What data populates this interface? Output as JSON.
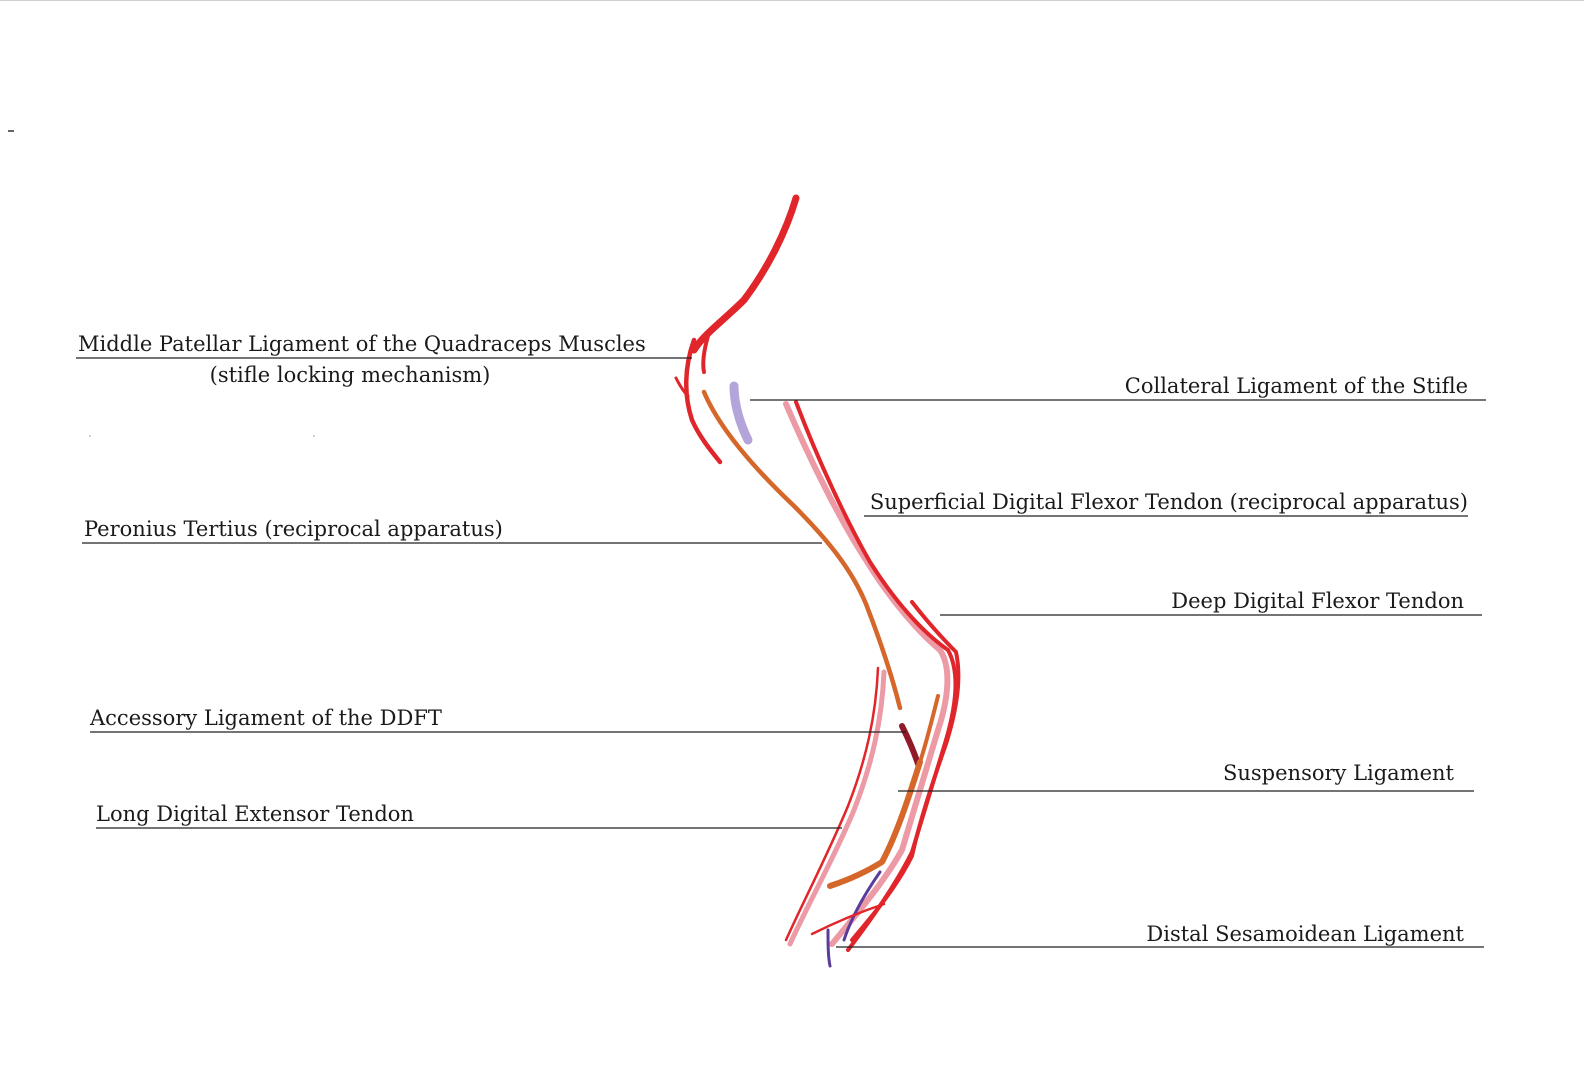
{
  "labels": {
    "middle_patellar_line1": "Middle Patellar Ligament of the Quadraceps Muscles",
    "middle_patellar_line2": "(stifle locking mechanism)",
    "collateral_stifle": "Collateral Ligament of the Stifle",
    "superficial_dft": "Superficial Digital Flexor Tendon (reciprocal apparatus)",
    "peronius_tertius": "Peronius Tertius (reciprocal apparatus)",
    "deep_dft": "Deep Digital Flexor Tendon",
    "accessory_ddft": "Accessory Ligament of the DDFT",
    "suspensory": "Suspensory Ligament",
    "long_digital_extensor": "Long Digital Extensor Tendon",
    "distal_sesamoidean": "Distal Sesamoidean Ligament"
  },
  "colors": {
    "bone_outline": "#111111",
    "ligament_red": "#e0262b",
    "tendon_pink": "#ec9aa5",
    "peronius_orange": "#d5672a",
    "accessory_maroon": "#8e1a2a",
    "collateral_lavender": "#b3a4da",
    "distal_purple": "#5a3c9a",
    "leader_line": "#222222"
  }
}
